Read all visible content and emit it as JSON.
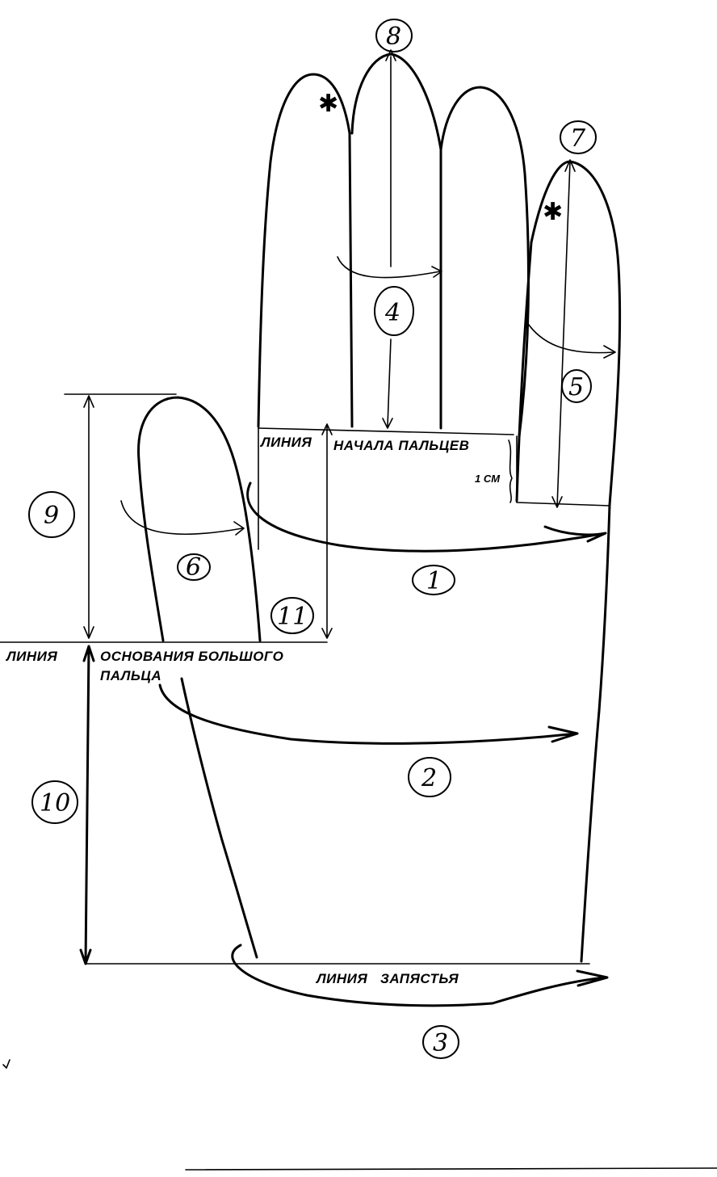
{
  "labels": {
    "finger_start_word1": "ЛИНИЯ",
    "finger_start_word2": "НАЧАЛА ПАЛЬЦЕВ",
    "offset_note": "1 СМ",
    "thumb_base_word1": "ЛИНИЯ",
    "thumb_base_line1": "ОСНОВАНИЯ БОЛЬШОГО",
    "thumb_base_line2": "ПАЛЬЦА",
    "wrist_line": "ЛИНИЯ   ЗАПЯСТЬЯ"
  },
  "measurements": [
    {
      "id": "m1",
      "number": "1"
    },
    {
      "id": "m2",
      "number": "2"
    },
    {
      "id": "m3",
      "number": "3"
    },
    {
      "id": "m4",
      "number": "4"
    },
    {
      "id": "m5",
      "number": "5"
    },
    {
      "id": "m6",
      "number": "6"
    },
    {
      "id": "m7",
      "number": "7"
    },
    {
      "id": "m8",
      "number": "8"
    },
    {
      "id": "m9",
      "number": "9"
    },
    {
      "id": "m10",
      "number": "10"
    },
    {
      "id": "m11",
      "number": "11"
    }
  ],
  "marks": {
    "star_symbol": "✱"
  },
  "colors": {
    "ink": "#000000",
    "paper": "#ffffff"
  }
}
